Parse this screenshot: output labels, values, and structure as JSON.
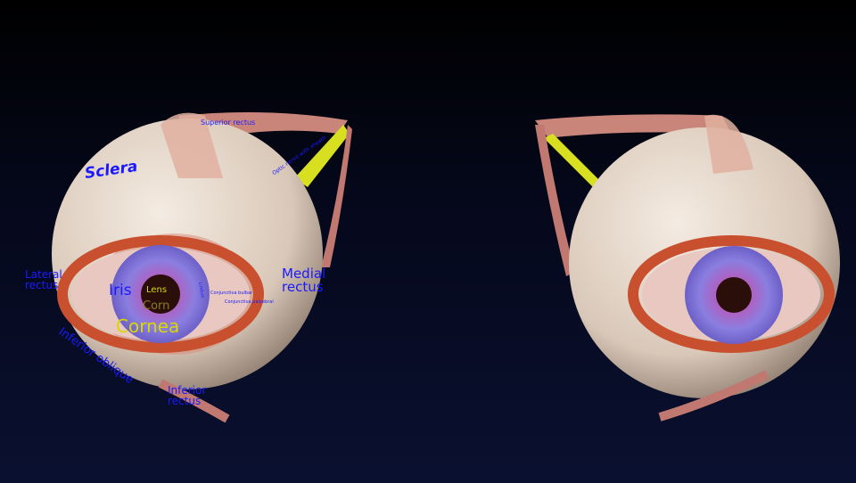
{
  "labels": {
    "sclera": "Sclera",
    "optic_nerve": "Optic nerve with sheath",
    "superior_rectus": "Superior rectus",
    "lateral_rectus": "Lateral rectus",
    "medial_rectus": "Medial rectus",
    "iris": "Iris",
    "lens": "Lens",
    "cornea_small": "Corn",
    "cornea": "Cornea",
    "limbus": "Limbus",
    "conjunctiva_bulbar": "Conjunctiva bulbar",
    "conjunctiva_palpebral": "Conjunctiva palpebral",
    "inferior_oblique": "Inferior oblique",
    "inferior_rectus": "Inferior rectus"
  },
  "colors": {
    "label": "#1a1aff",
    "highlight_label": "#d8d800",
    "background": "#050818"
  }
}
